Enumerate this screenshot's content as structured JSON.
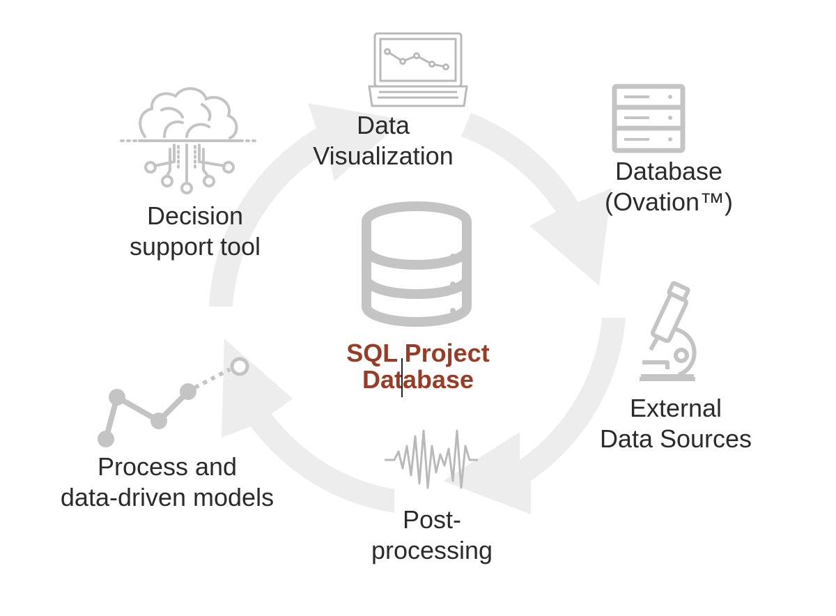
{
  "colors": {
    "background": "#ffffff",
    "ring": "#ededed",
    "icon_stroke": "#b9b9b9",
    "icon_fill": "#c4c4c4",
    "label_text": "#2b2b2b",
    "center_text": "#9a3b26"
  },
  "center": {
    "icon": "database-cylinder-icon",
    "title_line1": "SQL Project",
    "title_line2": "Database"
  },
  "nodes": {
    "data_visualization": {
      "icon": "laptop-chart-icon",
      "line1": "Data",
      "line2": "Visualization"
    },
    "database_ovation": {
      "icon": "server-rack-icon",
      "line1": "Database",
      "line2": "(Ovation™)"
    },
    "external_data_sources": {
      "icon": "microscope-icon",
      "line1": "External",
      "line2": "Data Sources"
    },
    "post_processing": {
      "icon": "waveform-icon",
      "line1": "Post-",
      "line2": "processing"
    },
    "process_models": {
      "icon": "line-graph-nodes-icon",
      "line1": "Process and",
      "line2": "data-driven models"
    },
    "decision_support": {
      "icon": "brain-circuit-icon",
      "line1": "Decision",
      "line2": "support tool"
    }
  }
}
